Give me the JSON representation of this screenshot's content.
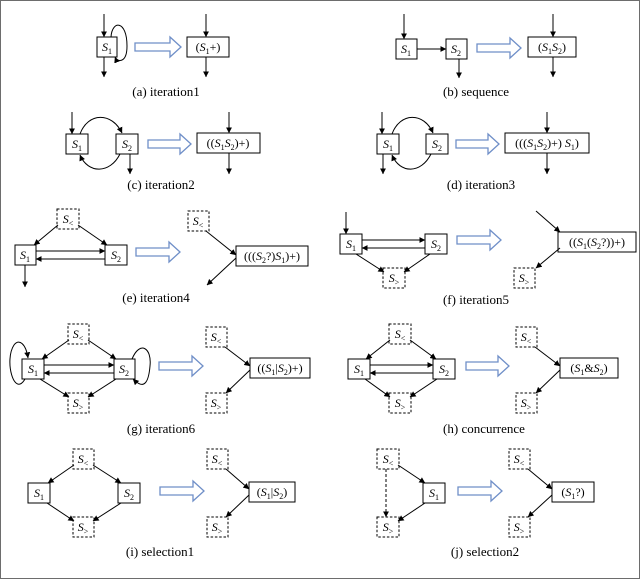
{
  "colors": {
    "fat_arrow_stroke": "#6f8fc8",
    "frame": "#6d6d6d"
  },
  "panels": [
    {
      "id": "a",
      "caption": "(a) iteration1",
      "nodes": [
        {
          "id": "s1",
          "parts": [
            [
              "S",
              "1",
              ""
            ]
          ]
        },
        {
          "id": "r",
          "parts": [
            [
              "",
              "",
              "("
            ],
            [
              "S",
              "1",
              ""
            ],
            [
              "",
              "",
              "+)"
            ]
          ]
        }
      ]
    },
    {
      "id": "b",
      "caption": "(b) sequence",
      "nodes": [
        {
          "id": "s1",
          "parts": [
            [
              "S",
              "1",
              ""
            ]
          ]
        },
        {
          "id": "s2",
          "parts": [
            [
              "S",
              "2",
              ""
            ]
          ]
        },
        {
          "id": "r",
          "parts": [
            [
              "",
              "",
              "("
            ],
            [
              "S",
              "1",
              ""
            ],
            [
              "S",
              "2",
              ""
            ],
            [
              "",
              "",
              ")"
            ]
          ]
        }
      ]
    },
    {
      "id": "c",
      "caption": "(c) iteration2",
      "nodes": [
        {
          "id": "s1",
          "parts": [
            [
              "S",
              "1",
              ""
            ]
          ]
        },
        {
          "id": "s2",
          "parts": [
            [
              "S",
              "2",
              ""
            ]
          ]
        },
        {
          "id": "r",
          "parts": [
            [
              "",
              "",
              "(("
            ],
            [
              "S",
              "1",
              ""
            ],
            [
              "S",
              "2",
              ""
            ],
            [
              "",
              "",
              ")+)"
            ]
          ]
        }
      ]
    },
    {
      "id": "d",
      "caption": "(d) iteration3",
      "nodes": [
        {
          "id": "s1",
          "parts": [
            [
              "S",
              "1",
              ""
            ]
          ]
        },
        {
          "id": "s2",
          "parts": [
            [
              "S",
              "2",
              ""
            ]
          ]
        },
        {
          "id": "r",
          "parts": [
            [
              "",
              "",
              "((("
            ],
            [
              "S",
              "1",
              ""
            ],
            [
              "S",
              "2",
              ""
            ],
            [
              "",
              "",
              ")+) "
            ],
            [
              "S",
              "1",
              ""
            ],
            [
              "",
              "",
              ")"
            ]
          ]
        }
      ]
    },
    {
      "id": "e",
      "caption": "(e) iteration4",
      "nodes": [
        {
          "id": "sl",
          "parts": [
            [
              "S",
              "<",
              ""
            ]
          ]
        },
        {
          "id": "s1",
          "parts": [
            [
              "S",
              "1",
              ""
            ]
          ]
        },
        {
          "id": "s2",
          "parts": [
            [
              "S",
              "2",
              ""
            ]
          ]
        },
        {
          "id": "rl",
          "parts": [
            [
              "S",
              "<",
              ""
            ]
          ]
        },
        {
          "id": "r",
          "parts": [
            [
              "",
              "",
              "((("
            ],
            [
              "S",
              "2",
              ""
            ],
            [
              "",
              "",
              "?)"
            ],
            [
              "S",
              "1",
              ""
            ],
            [
              "",
              "",
              ")+)"
            ]
          ]
        }
      ]
    },
    {
      "id": "f",
      "caption": "(f) iteration5",
      "nodes": [
        {
          "id": "s1",
          "parts": [
            [
              "S",
              "1",
              ""
            ]
          ]
        },
        {
          "id": "s2",
          "parts": [
            [
              "S",
              "2",
              ""
            ]
          ]
        },
        {
          "id": "sg",
          "parts": [
            [
              "S",
              ">",
              ""
            ]
          ]
        },
        {
          "id": "r",
          "parts": [
            [
              "",
              "",
              "(("
            ],
            [
              "S",
              "1",
              ""
            ],
            [
              "",
              "",
              "("
            ],
            [
              "S",
              "2",
              ""
            ],
            [
              "",
              "",
              "?))+)"
            ]
          ]
        },
        {
          "id": "rg",
          "parts": [
            [
              "S",
              ">",
              ""
            ]
          ]
        }
      ]
    },
    {
      "id": "g",
      "caption": "(g) iteration6",
      "nodes": [
        {
          "id": "sl",
          "parts": [
            [
              "S",
              "<",
              ""
            ]
          ]
        },
        {
          "id": "s1",
          "parts": [
            [
              "S",
              "1",
              ""
            ]
          ]
        },
        {
          "id": "s2",
          "parts": [
            [
              "S",
              "2",
              ""
            ]
          ]
        },
        {
          "id": "sg",
          "parts": [
            [
              "S",
              ">",
              ""
            ]
          ]
        },
        {
          "id": "rl",
          "parts": [
            [
              "S",
              "<",
              ""
            ]
          ]
        },
        {
          "id": "r",
          "parts": [
            [
              "",
              "",
              "(("
            ],
            [
              "S",
              "1",
              ""
            ],
            [
              "",
              "",
              "|"
            ],
            [
              "S",
              "2",
              ""
            ],
            [
              "",
              "",
              ")+)"
            ]
          ]
        },
        {
          "id": "rg",
          "parts": [
            [
              "S",
              ">",
              ""
            ]
          ]
        }
      ]
    },
    {
      "id": "h",
      "caption": "(h) concurrence",
      "nodes": [
        {
          "id": "sl",
          "parts": [
            [
              "S",
              "<",
              ""
            ]
          ]
        },
        {
          "id": "s1",
          "parts": [
            [
              "S",
              "1",
              ""
            ]
          ]
        },
        {
          "id": "s2",
          "parts": [
            [
              "S",
              "2",
              ""
            ]
          ]
        },
        {
          "id": "sg",
          "parts": [
            [
              "S",
              ">",
              ""
            ]
          ]
        },
        {
          "id": "rl",
          "parts": [
            [
              "S",
              "<",
              ""
            ]
          ]
        },
        {
          "id": "r",
          "parts": [
            [
              "",
              "",
              "("
            ],
            [
              "S",
              "1",
              ""
            ],
            [
              "",
              "",
              "&"
            ],
            [
              "S",
              "2",
              ""
            ],
            [
              "",
              "",
              ")"
            ]
          ]
        },
        {
          "id": "rg",
          "parts": [
            [
              "S",
              ">",
              ""
            ]
          ]
        }
      ]
    },
    {
      "id": "i",
      "caption": "(i) selection1",
      "nodes": [
        {
          "id": "sl",
          "parts": [
            [
              "S",
              "<",
              ""
            ]
          ]
        },
        {
          "id": "s1",
          "parts": [
            [
              "S",
              "1",
              ""
            ]
          ]
        },
        {
          "id": "s2",
          "parts": [
            [
              "S",
              "2",
              ""
            ]
          ]
        },
        {
          "id": "sg",
          "parts": [
            [
              "S",
              ">",
              ""
            ]
          ]
        },
        {
          "id": "rl",
          "parts": [
            [
              "S",
              "<",
              ""
            ]
          ]
        },
        {
          "id": "r",
          "parts": [
            [
              "",
              "",
              "("
            ],
            [
              "S",
              "1",
              ""
            ],
            [
              "",
              "",
              "|"
            ],
            [
              "S",
              "2",
              ""
            ],
            [
              "",
              "",
              ")"
            ]
          ]
        },
        {
          "id": "rg",
          "parts": [
            [
              "S",
              ">",
              ""
            ]
          ]
        }
      ]
    },
    {
      "id": "j",
      "caption": "(j) selection2",
      "nodes": [
        {
          "id": "sl",
          "parts": [
            [
              "S",
              "<",
              ""
            ]
          ]
        },
        {
          "id": "s1",
          "parts": [
            [
              "S",
              "1",
              ""
            ]
          ]
        },
        {
          "id": "sg",
          "parts": [
            [
              "S",
              ">",
              ""
            ]
          ]
        },
        {
          "id": "rl",
          "parts": [
            [
              "S",
              "<",
              ""
            ]
          ]
        },
        {
          "id": "r",
          "parts": [
            [
              "",
              "",
              "("
            ],
            [
              "S",
              "1",
              ""
            ],
            [
              "",
              "",
              "?)"
            ]
          ]
        },
        {
          "id": "rg",
          "parts": [
            [
              "S",
              ">",
              ""
            ]
          ]
        }
      ]
    }
  ]
}
